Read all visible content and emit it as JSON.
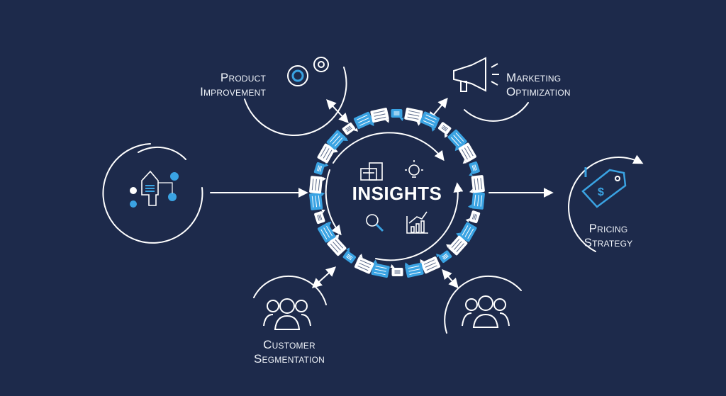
{
  "center": {
    "title": "INSIGHTS"
  },
  "nodes": {
    "product": {
      "line1": "Product",
      "line2": "Improvement",
      "icon": "gears-icon"
    },
    "marketing": {
      "line1": "Marketing",
      "line2": "Optimization",
      "icon": "megaphone-icon"
    },
    "pricing": {
      "line1": "Pricing",
      "line2": "Strategy",
      "icon": "price-tag-icon"
    },
    "customer": {
      "line1": "Customer",
      "line2": "Segmentation",
      "icon": "people-icon"
    },
    "data_source": {
      "icon": "data-pipeline-icon"
    },
    "audience": {
      "icon": "group-icon"
    }
  },
  "colors": {
    "background": "#1d2a4b",
    "accent": "#3aa3e3",
    "line": "#ffffff"
  }
}
